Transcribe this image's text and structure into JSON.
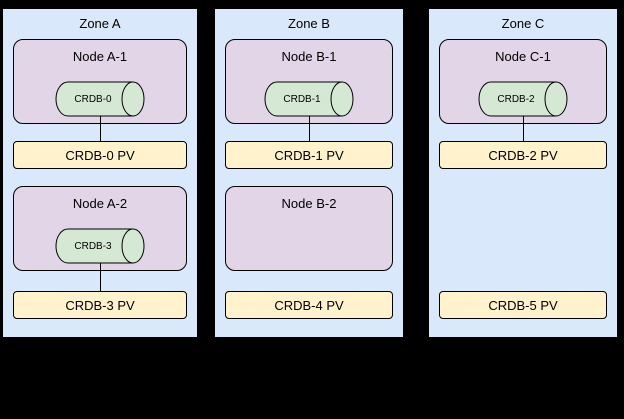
{
  "diagram": {
    "zones": [
      {
        "label": "Zone A",
        "slots": [
          {
            "node_label": "Node A-1",
            "cylinder_label": "CRDB-0",
            "pv_label": "CRDB-0 PV"
          },
          {
            "node_label": "Node A-2",
            "cylinder_label": "CRDB-3",
            "pv_label": "CRDB-3 PV"
          }
        ]
      },
      {
        "label": "Zone B",
        "slots": [
          {
            "node_label": "Node B-1",
            "cylinder_label": "CRDB-1",
            "pv_label": "CRDB-1 PV"
          },
          {
            "node_label": "Node B-2",
            "pv_label": "CRDB-4 PV"
          }
        ]
      },
      {
        "label": "Zone C",
        "slots": [
          {
            "node_label": "Node C-1",
            "cylinder_label": "CRDB-2",
            "pv_label": "CRDB-2 PV"
          },
          {
            "pv_label": "CRDB-5 PV"
          }
        ]
      }
    ],
    "colors": {
      "background": "#000000",
      "zone_fill": "#dae8fc",
      "node_fill": "#e1d5e7",
      "cylinder_fill": "#d5e8d4",
      "pv_fill": "#fff2cc",
      "stroke": "#000000"
    }
  }
}
